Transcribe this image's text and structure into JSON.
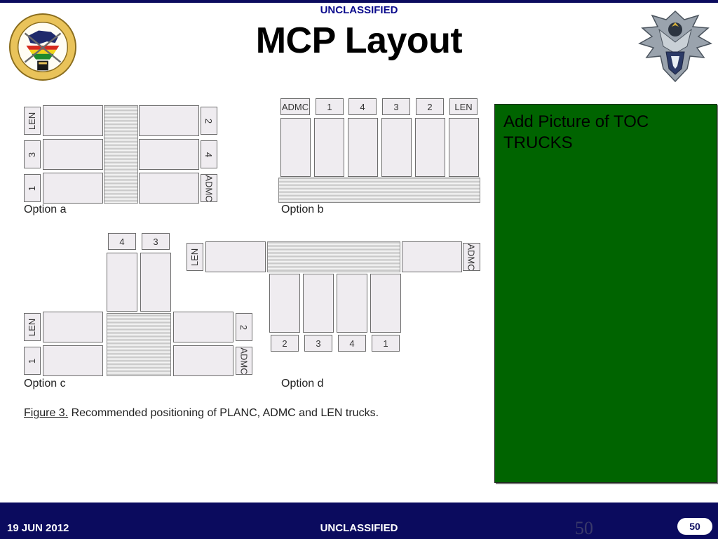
{
  "header": {
    "classification": "UNCLASSIFIED",
    "title": "MCP Layout"
  },
  "figure": {
    "option_a": {
      "label": "Option a",
      "labels": [
        "LEN",
        "3",
        "1",
        "2",
        "4",
        "ADMC"
      ]
    },
    "option_b": {
      "label": "Option b",
      "labels": [
        "ADMC",
        "1",
        "4",
        "3",
        "2",
        "LEN"
      ]
    },
    "option_c": {
      "label": "Option c",
      "labels": [
        "4",
        "3",
        "LEN",
        "1",
        "2",
        "ADMC"
      ]
    },
    "option_d": {
      "label": "Option d",
      "labels": [
        "LEN",
        "ADMC",
        "2",
        "3",
        "4",
        "1"
      ]
    },
    "caption_ref": "Figure 3.",
    "caption_text": " Recommended positioning of PLANC, ADMC and LEN trucks."
  },
  "placeholder": {
    "text": "Add Picture of TOC TRUCKS",
    "color": "#006400"
  },
  "footer": {
    "date": "19 JUN 2012",
    "classification": "UNCLASSIFIED",
    "ghost_number": "50",
    "page_number": "50"
  },
  "colors": {
    "navy": "#0b0b5e",
    "classification_blue": "#0a0a8c"
  }
}
